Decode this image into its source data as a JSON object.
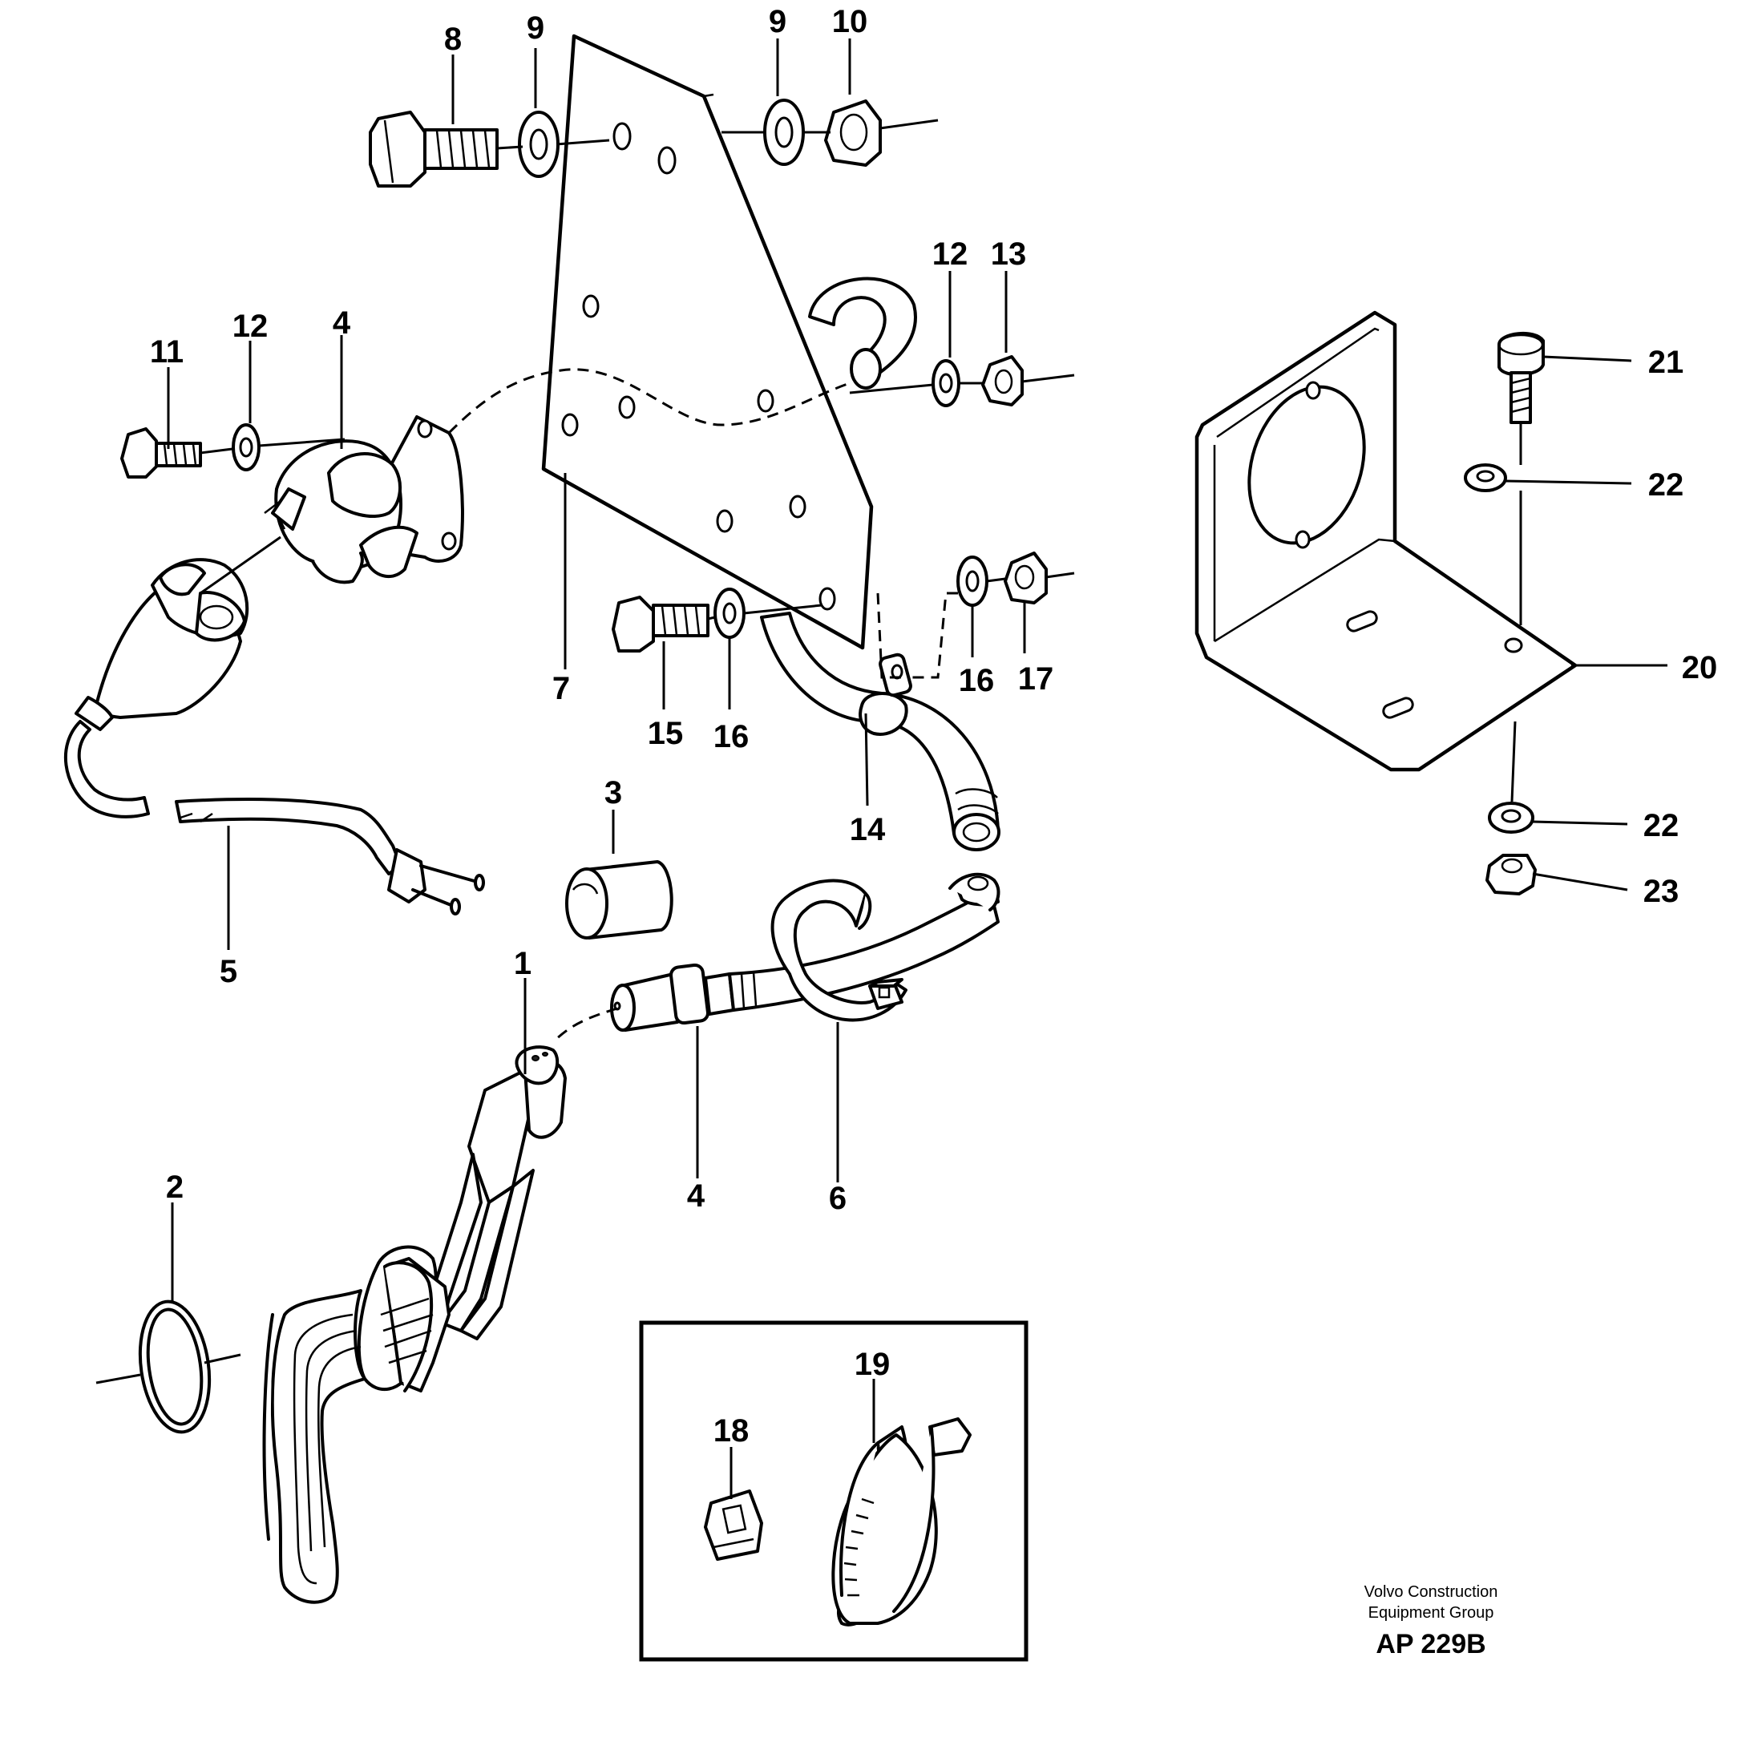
{
  "callouts": {
    "p1": "1",
    "p2": "2",
    "p3": "3",
    "p4a": "4",
    "p4b": "4",
    "p5": "5",
    "p6": "6",
    "p7": "7",
    "p8": "8",
    "p9a": "9",
    "p9b": "9",
    "p10": "10",
    "p11": "11",
    "p12a": "12",
    "p12b": "12",
    "p13": "13",
    "p14": "14",
    "p15": "15",
    "p16a": "16",
    "p16b": "16",
    "p17": "17",
    "p18": "18",
    "p19": "19",
    "p20": "20",
    "p21": "21",
    "p22a": "22",
    "p22b": "22",
    "p23": "23"
  },
  "footer": {
    "company_line1": "Volvo Construction",
    "company_line2": "Equipment Group",
    "drawing_code": "AP 229B"
  }
}
